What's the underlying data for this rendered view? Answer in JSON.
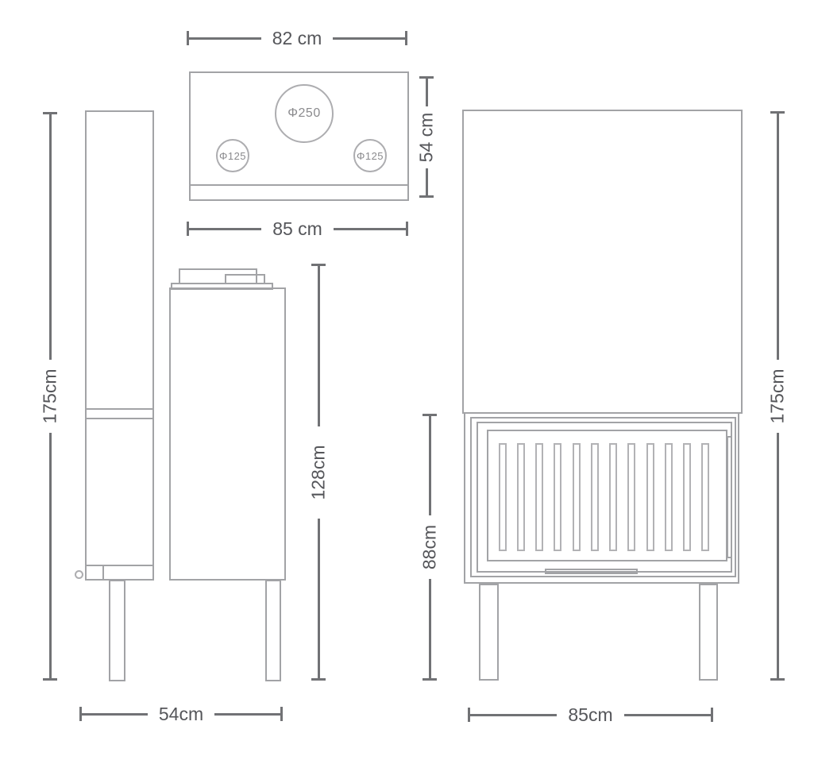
{
  "drawing": {
    "title": "fireplace-insert-three-view-dimension-drawing",
    "colors": {
      "outline": "#a2a3a6",
      "dimension_line": "#717275",
      "dimension_text": "#55565a",
      "circle_text": "#8a8a8d",
      "background": "#ffffff"
    },
    "top_view": {
      "dim_top_width": "82 cm",
      "dim_depth": "54 cm",
      "dim_bottom_width": "85 cm",
      "flue_diameter": "Φ250",
      "vent_left_diameter": "Φ125",
      "vent_right_diameter": "Φ125"
    },
    "side_view": {
      "dim_total_height": "175cm",
      "dim_body_height": "128cm",
      "dim_depth": "54cm"
    },
    "front_view": {
      "dim_total_height": "175cm",
      "dim_firebox_height": "88cm",
      "dim_width": "85cm"
    }
  }
}
